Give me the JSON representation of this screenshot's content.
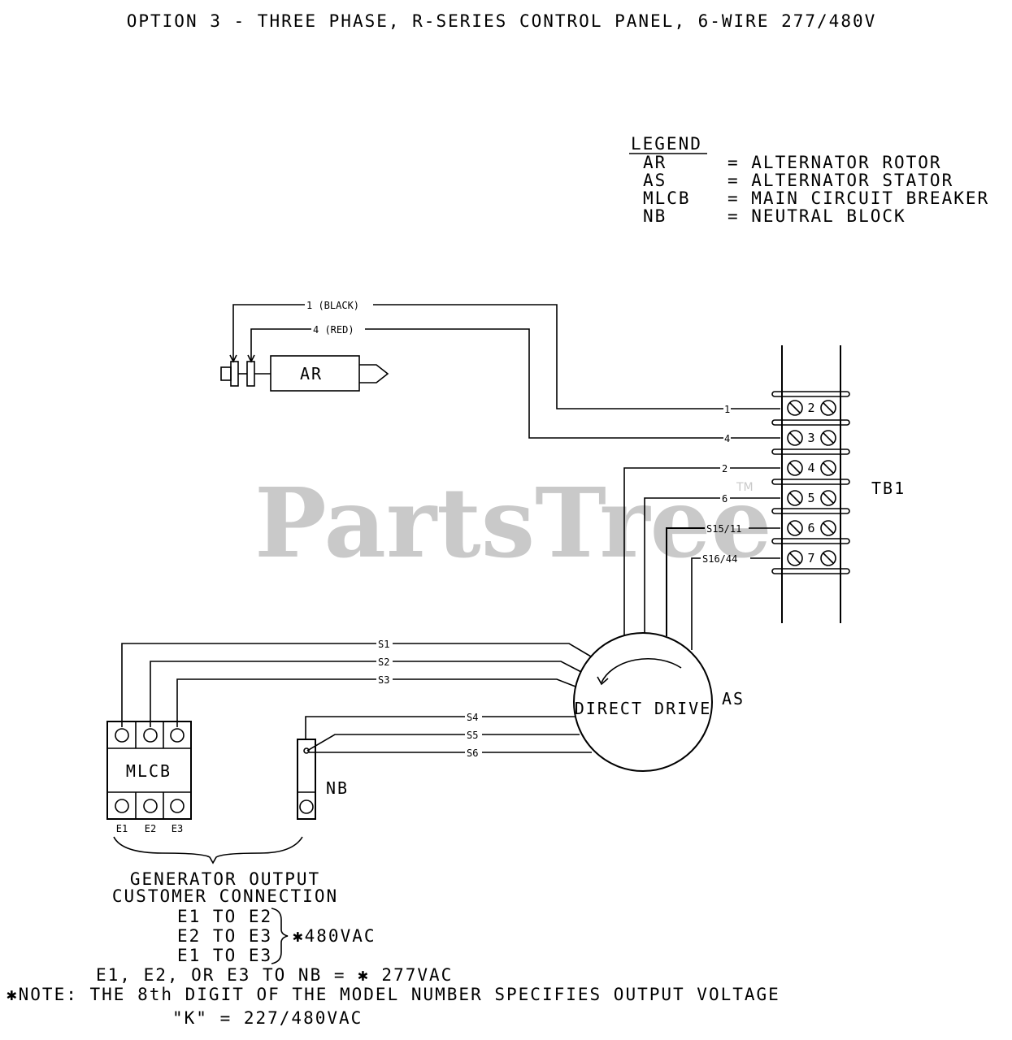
{
  "title": "OPTION 3 - THREE PHASE, R-SERIES CONTROL PANEL, 6-WIRE 277/480V",
  "legend": {
    "heading": "LEGEND",
    "items": [
      {
        "abbr": "AR",
        "desc": "= ALTERNATOR ROTOR"
      },
      {
        "abbr": "AS",
        "desc": "= ALTERNATOR STATOR"
      },
      {
        "abbr": "MLCB",
        "desc": "= MAIN CIRCUIT BREAKER"
      },
      {
        "abbr": "NB",
        "desc": "= NEUTRAL BLOCK"
      }
    ]
  },
  "watermark": {
    "text": "PartsTree",
    "tm": "TM"
  },
  "rotor": {
    "label": "AR",
    "wire_black": "1 (BLACK)",
    "wire_red": "4 (RED)"
  },
  "terminal_block": {
    "label": "TB1",
    "terminals": [
      "2",
      "3",
      "4",
      "5",
      "6",
      "7"
    ],
    "wires": [
      "1",
      "4",
      "2",
      "6",
      "S15/11",
      "S16/44"
    ]
  },
  "stator": {
    "label": "AS",
    "inner_label": "DIRECT DRIVE",
    "wires": [
      "S1",
      "S2",
      "S3",
      "S4",
      "S5",
      "S6"
    ]
  },
  "breaker": {
    "label": "MLCB",
    "outputs": [
      "E1",
      "E2",
      "E3"
    ]
  },
  "neutral_block": {
    "label": "NB"
  },
  "output_notes": {
    "heading_line1": "GENERATOR OUTPUT",
    "heading_line2": "CUSTOMER CONNECTION",
    "pairs": [
      "E1 TO E2",
      "E2 TO E3",
      "E1 TO E3"
    ],
    "pairs_voltage": "✱480VAC",
    "neutral_line": "E1, E2, OR E3 TO NB = ✱ 277VAC",
    "note": "✱NOTE: THE 8th DIGIT OF THE MODEL NUMBER SPECIFIES OUTPUT VOLTAGE",
    "code_line": "\"K\" = 227/480VAC"
  }
}
